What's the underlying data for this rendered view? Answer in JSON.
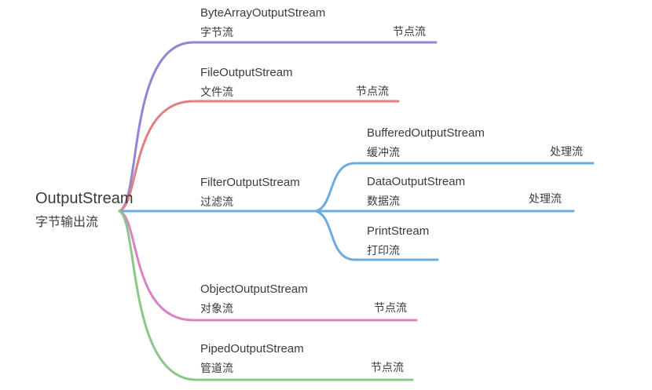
{
  "diagram": {
    "type": "mindmap",
    "root": {
      "name": "OutputStream",
      "label_zh": "字节输出流"
    },
    "branches": [
      {
        "name": "ByteArrayOutputStream",
        "label_zh": "字节流",
        "tag": "节点流",
        "color": "#9583d4"
      },
      {
        "name": "FileOutputStream",
        "label_zh": "文件流",
        "tag": "节点流",
        "color": "#df8181"
      },
      {
        "name": "FilterOutputStream",
        "label_zh": "过滤流",
        "color": "#6cacdf",
        "children": [
          {
            "name": "BufferedOutputStream",
            "label_zh": "缓冲流",
            "tag": "处理流"
          },
          {
            "name": "DataOutputStream",
            "label_zh": "数据流",
            "tag": "处理流"
          },
          {
            "name": "PrintStream",
            "label_zh": "打印流"
          }
        ]
      },
      {
        "name": "ObjectOutputStream",
        "label_zh": "对象流",
        "tag": "节点流",
        "color": "#d983c4"
      },
      {
        "name": "PipedOutputStream",
        "label_zh": "管道流",
        "tag": "节点流",
        "color": "#8bc78b"
      }
    ],
    "text_color": "#3b3b3b"
  }
}
